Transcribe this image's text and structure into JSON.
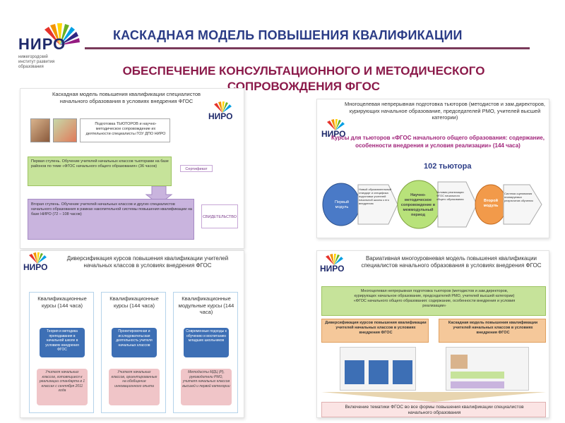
{
  "header": {
    "logo_text": "НИРО",
    "logo_sub": "нижегородский институт развития образования",
    "title": "КАСКАДНАЯ МОДЕЛЬ ПОВЫШЕНИЯ КВАЛИФИКАЦИИ",
    "subtitle": "ОБЕСПЕЧЕНИЕ КОНСУЛЬТАЦИОННОГО И МЕТОДИЧЕСКОГО СОПРОВОЖДЕНИЯ ФГОС"
  },
  "panel1": {
    "title": "Каскадная модель повышения квалификации специалистов начального образования в условиях внедрения ФГОС",
    "tutor_box": "Подготовка ТЬЮТОРОВ и научно-методическое сопровождение их деятельности специалисты ГОУ ДПО НИРО",
    "stage1": "Первая ступень. Обучение учителей начальных классов тьюторами на базе районов по теме «ФГОС начального общего образования» (36 часов)",
    "stage2": "Вторая ступень. Обучение учителей начальных классов и других специалистов начального образования в рамках накопительной системы повышения квалификации на базе НИРО (72 – 108 часов)",
    "cert": "Сертификат",
    "diploma": "СВИДЕТЕЛЬСТВО"
  },
  "panel2": {
    "title": "Многоцелевая непрерывная подготовка тьюторов (методистов и зам.директоров, курирующих начальное образование, председателей РМО, учителей высшей категории)",
    "course": "Курсы для тьюторов «ФГОС начального общего образования: содержание, особенности внедрения и условия реализации» (144 часа)",
    "count": "102 тьютора",
    "flow": [
      "Первый модуль",
      "Новый образовательный стандарт и специфика подготовки учителей начальной школы к его внедрению",
      "Научно-методическое сопровождение в межмодульный период",
      "Условия реализации ФГОС начального общего образования",
      "Второй модуль",
      "Система оценивания планируемых результатов обучения"
    ]
  },
  "panel3": {
    "title": "Диверсификация курсов повышения квалификации учителей начальных классов в условиях внедрения ФГОС",
    "columns": [
      {
        "header": "Квалификационные курсы (144 часа)",
        "blue": "Теория и методика преподавания в начальной школе в условиях внедрения ФГОС",
        "pink": "Учителя начальных классов, готовящиеся к реализации стандарта в 1 классах с сентября 2011 года"
      },
      {
        "header": "Квалификационные курсы (144 часа)",
        "blue": "Проектировочная и исследовательская деятельность учителя начальных классов",
        "pink": "Учителя начальных классов, ориентированные на обобщение инновационного опыта"
      },
      {
        "header": "Квалификационные модульные курсы (144 часа)",
        "blue": "Современные подходы к обучению и воспитанию младших школьников",
        "pink": "Методисты МДЦ (Р), руководители РМО, учителя начальных классов высшей и первой категории"
      }
    ]
  },
  "panel4": {
    "title": "Вариативная многоуровневая модель повышения квалификации специалистов начального образования в условиях внедрения ФГОС",
    "top_box": "Многоцелевая непрерывная подготовка тьюторов (методистов и зам.директоров, курирующих начальное образование, председателей РМО, учителей высшей категории) «ФГОС начального общего образования: содержание, особенности внедрения и условия реализации»",
    "left_head": "Диверсификация курсов повышения квалификации учителей начальных классов в условиях внедрения ФГОС",
    "right_head": "Каскадная модель повышения квалификации учителей начальных классов в условиях внедрения ФГОС",
    "bottom": "Включение тематики ФГОС во все формы повышения квалификации специалистов начального образования"
  }
}
